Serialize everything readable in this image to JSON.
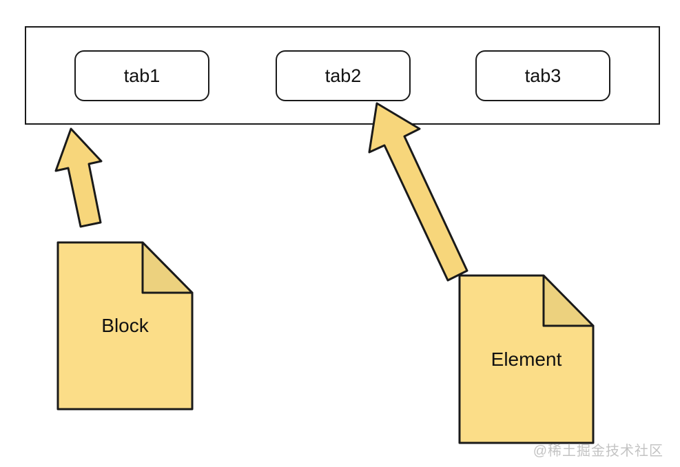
{
  "diagram": {
    "tabbar": {
      "tabs": [
        {
          "label": "tab1"
        },
        {
          "label": "tab2"
        },
        {
          "label": "tab3"
        }
      ]
    },
    "documents": [
      {
        "label": "Block",
        "icon": "document-folded-corner-icon"
      },
      {
        "label": "Element",
        "icon": "document-folded-corner-icon"
      }
    ],
    "connections": [
      {
        "from": "Block",
        "to": "tab1",
        "icon": "arrow-up-icon"
      },
      {
        "from": "Element",
        "to": "tab2",
        "icon": "arrow-up-icon"
      }
    ],
    "colors": {
      "document_fill": "#FBDD88",
      "document_fold": "#ECD17E",
      "arrow_fill": "#F7D67B",
      "outline": "#1A1A1A",
      "background": "#FFFFFF"
    },
    "watermark": "@稀土掘金技术社区"
  }
}
